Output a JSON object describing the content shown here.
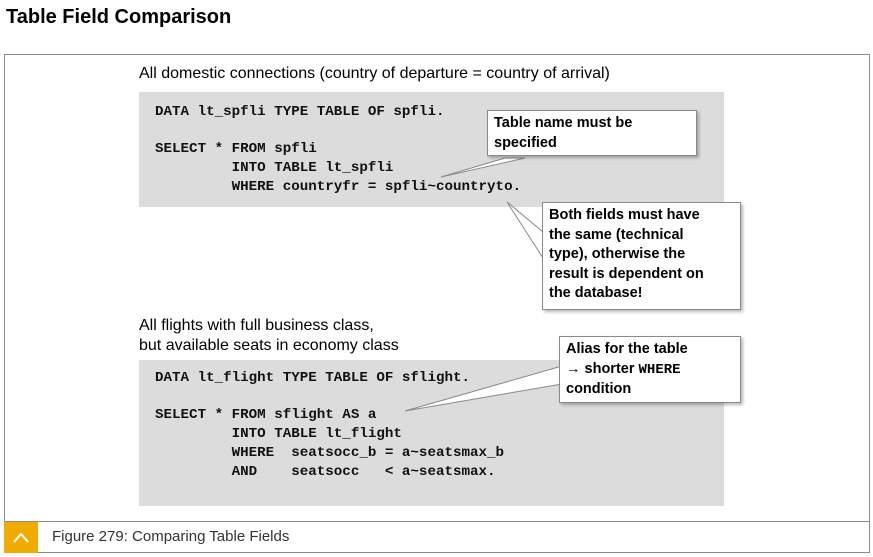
{
  "title": "Table Field Comparison",
  "section1": {
    "caption": "All domestic connections (country of departure = country of arrival)",
    "code": [
      "DATA lt_spfli TYPE TABLE OF spfli.",
      "SELECT * FROM spfli",
      "         INTO TABLE lt_spfli",
      "         WHERE countryfr = spfli~countryto."
    ],
    "callout_table_name": [
      "Table name must be",
      "specified"
    ],
    "callout_fields": [
      "Both fields must have",
      "the same (technical",
      "type), otherwise the",
      "result is dependent on",
      "the database!"
    ]
  },
  "section2": {
    "caption": [
      "All flights with full business class,",
      "but available seats in economy class"
    ],
    "code": [
      "DATA lt_flight TYPE TABLE OF sflight.",
      "SELECT * FROM sflight AS a",
      "         INTO TABLE lt_flight",
      "         WHERE  seatsocc_b = a~seatsmax_b",
      "         AND    seatsocc   < a~seatsmax."
    ],
    "callout_alias": {
      "line1": "Alias for the table",
      "line2_prefix": "→ shorter ",
      "line2_keyword": "WHERE",
      "line3": "condition"
    }
  },
  "figure": {
    "caption": "Figure 279: Comparing Table Fields",
    "icon": "chevron-up-icon",
    "accent_color": "#f0ab00"
  }
}
